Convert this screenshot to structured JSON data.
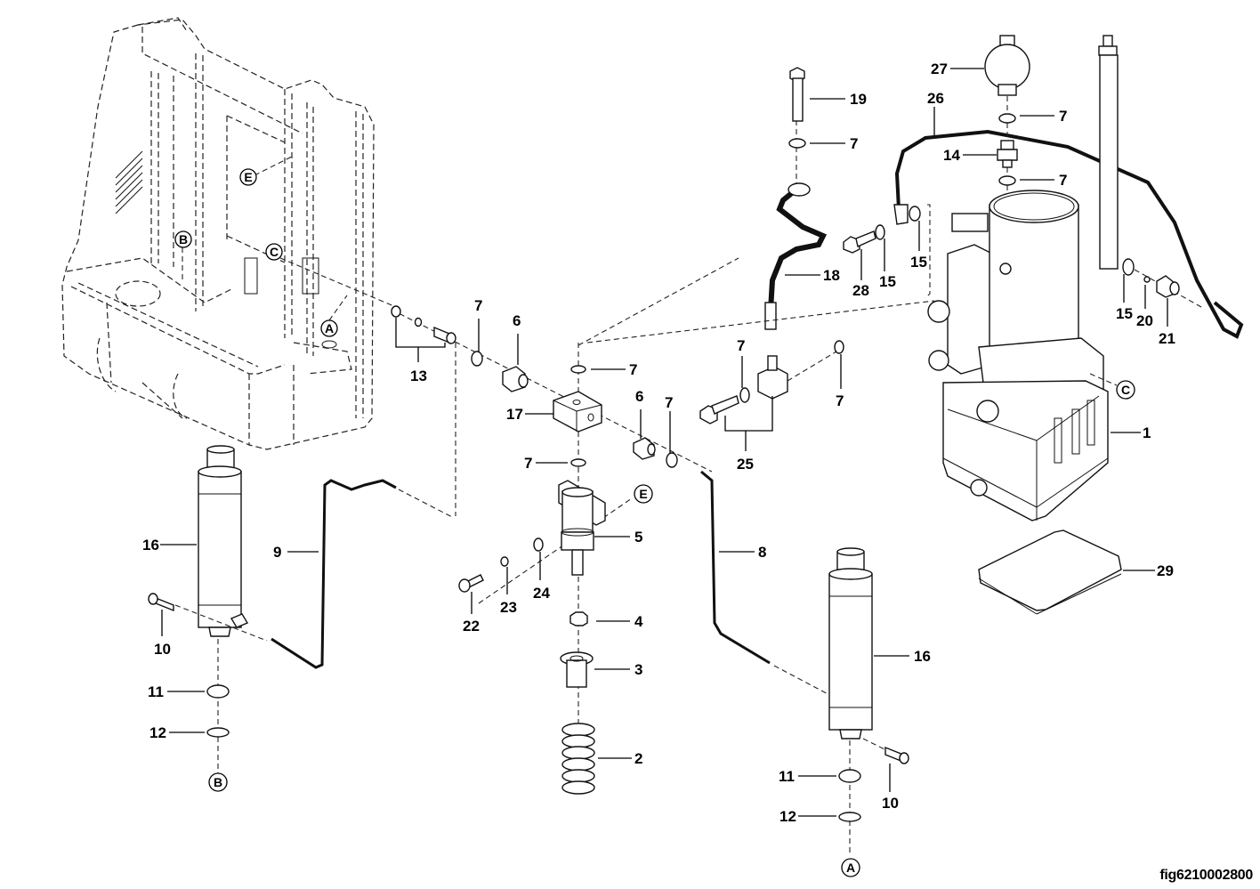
{
  "figure": {
    "id_label": "fig6210002800",
    "type": "exploded parts diagram",
    "subject": "hydraulic power unit, lift cylinders and plumbing on truck frame"
  },
  "reference_markers": [
    "A",
    "B",
    "C",
    "E"
  ],
  "callouts": [
    {
      "key": "c1",
      "label": "1",
      "part": "hydraulic-power-unit"
    },
    {
      "key": "c2",
      "label": "2",
      "part": "spring"
    },
    {
      "key": "c3",
      "label": "3",
      "part": "bushing"
    },
    {
      "key": "c4",
      "label": "4",
      "part": "nut"
    },
    {
      "key": "c5",
      "label": "5",
      "part": "valve-cylinder"
    },
    {
      "key": "c6a",
      "label": "6",
      "part": "fitting"
    },
    {
      "key": "c6b",
      "label": "6",
      "part": "fitting"
    },
    {
      "key": "c7a",
      "label": "7",
      "part": "seal-ring"
    },
    {
      "key": "c7b",
      "label": "7",
      "part": "seal-ring"
    },
    {
      "key": "c7c",
      "label": "7",
      "part": "seal-ring"
    },
    {
      "key": "c7d",
      "label": "7",
      "part": "seal-ring"
    },
    {
      "key": "c7e",
      "label": "7",
      "part": "seal-ring"
    },
    {
      "key": "c7f",
      "label": "7",
      "part": "seal-ring"
    },
    {
      "key": "c7g",
      "label": "7",
      "part": "seal-ring"
    },
    {
      "key": "c7h",
      "label": "7",
      "part": "seal-ring"
    },
    {
      "key": "c7i",
      "label": "7",
      "part": "seal-ring"
    },
    {
      "key": "c8",
      "label": "8",
      "part": "pipe"
    },
    {
      "key": "c9",
      "label": "9",
      "part": "pipe"
    },
    {
      "key": "c10a",
      "label": "10",
      "part": "bolt"
    },
    {
      "key": "c10b",
      "label": "10",
      "part": "bolt"
    },
    {
      "key": "c11a",
      "label": "11",
      "part": "cup"
    },
    {
      "key": "c11b",
      "label": "11",
      "part": "cup"
    },
    {
      "key": "c12a",
      "label": "12",
      "part": "washer"
    },
    {
      "key": "c12b",
      "label": "12",
      "part": "washer"
    },
    {
      "key": "c13",
      "label": "13",
      "part": "screw-kit"
    },
    {
      "key": "c14",
      "label": "14",
      "part": "adapter"
    },
    {
      "key": "c15a",
      "label": "15",
      "part": "seal-ring"
    },
    {
      "key": "c15b",
      "label": "15",
      "part": "seal-ring"
    },
    {
      "key": "c15c",
      "label": "15",
      "part": "seal-ring"
    },
    {
      "key": "c16a",
      "label": "16",
      "part": "lift-cylinder"
    },
    {
      "key": "c16b",
      "label": "16",
      "part": "lift-cylinder"
    },
    {
      "key": "c17",
      "label": "17",
      "part": "distribution-block"
    },
    {
      "key": "c18",
      "label": "18",
      "part": "hose"
    },
    {
      "key": "c19",
      "label": "19",
      "part": "banjo-bolt"
    },
    {
      "key": "c20",
      "label": "20",
      "part": "throttle"
    },
    {
      "key": "c21",
      "label": "21",
      "part": "fitting"
    },
    {
      "key": "c22",
      "label": "22",
      "part": "screw"
    },
    {
      "key": "c23",
      "label": "23",
      "part": "lock-washer"
    },
    {
      "key": "c24",
      "label": "24",
      "part": "washer"
    },
    {
      "key": "c25",
      "label": "25",
      "part": "banjo-kit"
    },
    {
      "key": "c26",
      "label": "26",
      "part": "hose"
    },
    {
      "key": "c27",
      "label": "27",
      "part": "accumulator"
    },
    {
      "key": "c28",
      "label": "28",
      "part": "banjo-bolt"
    },
    {
      "key": "c29",
      "label": "29",
      "part": "pad"
    }
  ]
}
